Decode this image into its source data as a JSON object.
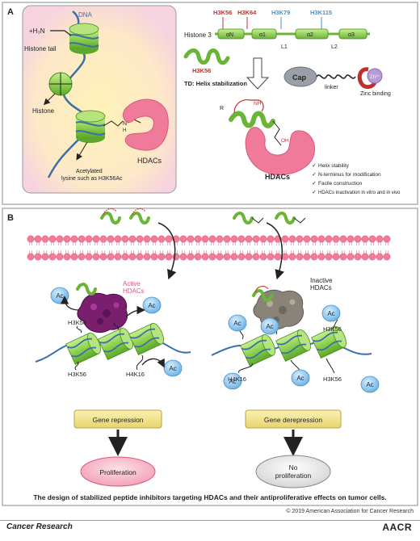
{
  "panel_a": {
    "label": "A",
    "dna_label": "DNA",
    "histone_tail_label": "Histone tail",
    "h3n_label": "+H₃N",
    "histone_label": "Histone",
    "hdacs_label": "HDACs",
    "acetyl_caption_line1": "Acetylated",
    "acetyl_caption_line2": "lysine such as H3K56Ac",
    "histone3_label": "Histone 3",
    "sites": [
      "H3K56",
      "H3K64",
      "H3K79",
      "H3K115"
    ],
    "helix_segments": [
      "αN",
      "α1",
      "α2",
      "α3"
    ],
    "loops": [
      "L1",
      "L2"
    ],
    "helix_site_label": "H3K56",
    "td_label": "TD: Helix stabilization",
    "cap_label": "Cap",
    "linker_label": "linker",
    "zinc_label": "Zinc binding",
    "hdacs_right_label": "HDACs",
    "nh_label": "NH",
    "oh_label": "OH",
    "r_label": "R",
    "o_label": "O",
    "n_label": "N",
    "h_label": "H",
    "check_items": [
      "Helix stability",
      "N-terminus for modification",
      "Facile construction",
      "HDACs inactivation in vitro and in vivo"
    ]
  },
  "panel_b": {
    "label": "B",
    "active_label": "Active\nHDACs",
    "inactive_label": "Inactive\nHDACs",
    "ac_label": "Ac",
    "left_sites": [
      "H3K56",
      "H3K56",
      "H4K16"
    ],
    "right_sites": [
      "H3K56",
      "H4K16",
      "H3K56"
    ],
    "gene_repression": "Gene repression",
    "gene_derepression": "Gene derepression",
    "proliferation": "Proliferation",
    "no_proliferation": "No\nproliferation"
  },
  "caption": "The design of stabilized peptide inhibitors targeting HDACs and their antiproliferative effects on tumor cells.",
  "copyright": "© 2019 American Association for Cancer Research",
  "journal": "Cancer Research",
  "publisher": "AACR",
  "colors": {
    "helix_green": "#8fd14f",
    "hdac_pink": "#f07a9a",
    "ac_blue": "#8fc8ec",
    "membrane_pink": "#f27c98",
    "red_site": "#c0302a",
    "blue_site": "#4a90c8",
    "box_yellow": "#f2e38a"
  }
}
